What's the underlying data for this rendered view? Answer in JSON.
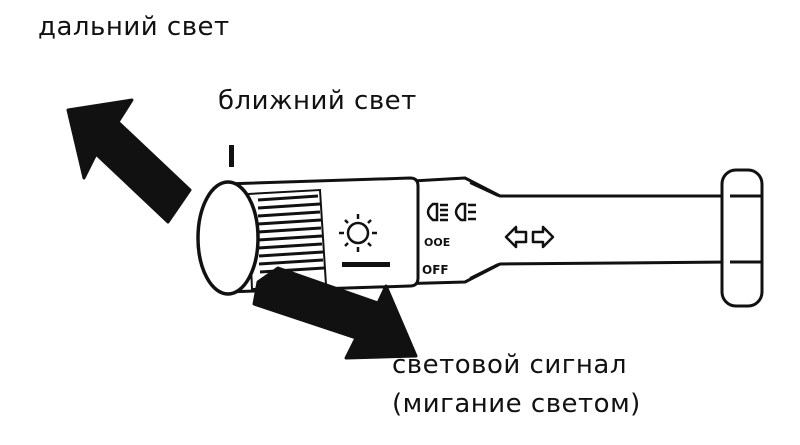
{
  "labels": {
    "high_beam": "дальний свет",
    "low_beam": "ближний свет",
    "flash_line1": "световой сигнал",
    "flash_line2": "(мигание светом)"
  },
  "switch_markings": {
    "fog": "OOE",
    "off": "OFF"
  },
  "icons": [
    "light-sun-icon",
    "headlight-beam-icon",
    "parking-light-icon",
    "turn-signal-arrows-icon"
  ],
  "colors": {
    "ink": "#111111",
    "background": "#ffffff"
  }
}
